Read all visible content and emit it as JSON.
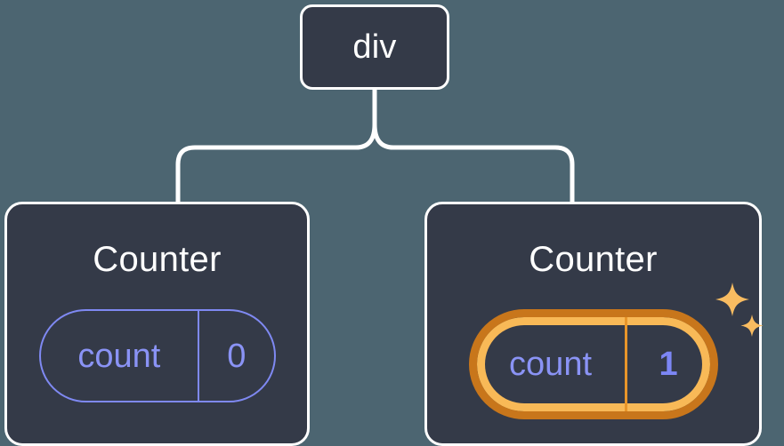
{
  "diagram": {
    "type": "component-tree",
    "background_color": "#4c6571",
    "node_fill": "#343a48",
    "node_border": "#ffffff",
    "accent_purple": "#8a93f5",
    "highlight_outer": "#c8761b",
    "highlight_inner": "#f8b957",
    "sparkle_color": "#f9bc61"
  },
  "root": {
    "label": "div"
  },
  "children": [
    {
      "title": "Counter",
      "state": {
        "key": "count",
        "value": "0"
      },
      "highlighted": false
    },
    {
      "title": "Counter",
      "state": {
        "key": "count",
        "value": "1"
      },
      "highlighted": true,
      "sparkle_icons": [
        "sparkle-large",
        "sparkle-small"
      ]
    }
  ]
}
